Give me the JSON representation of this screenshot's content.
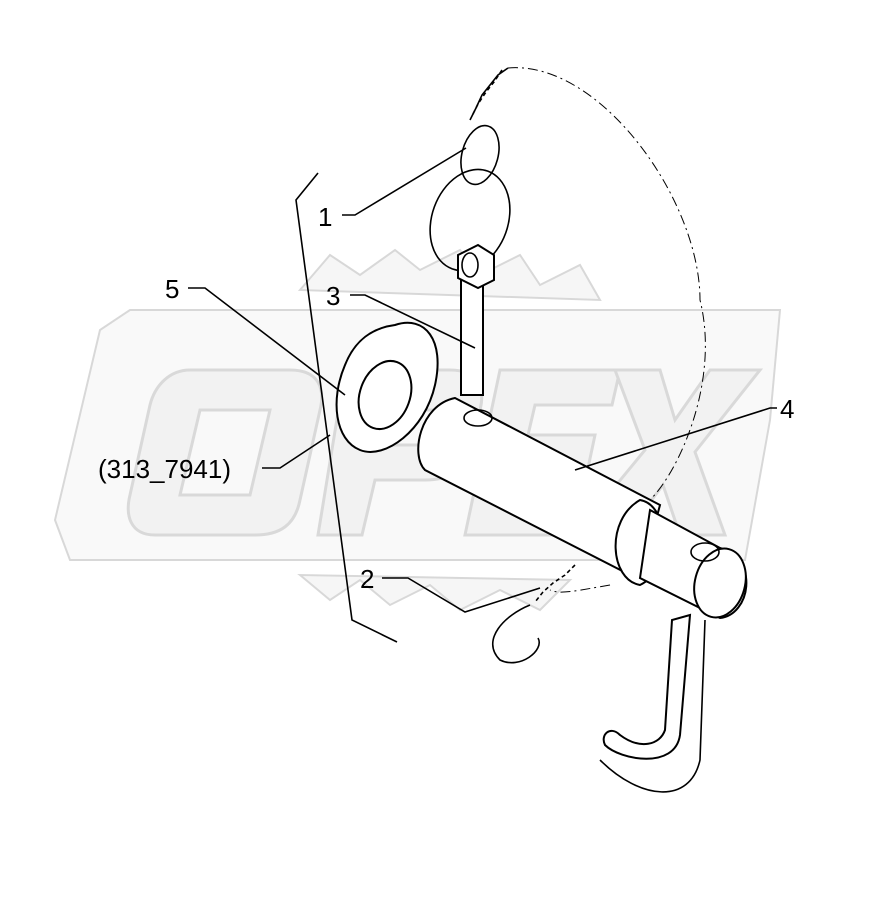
{
  "diagram": {
    "callouts": [
      {
        "id": "1"
      },
      {
        "id": "2"
      },
      {
        "id": "3"
      },
      {
        "id": "4"
      },
      {
        "id": "5"
      }
    ],
    "reference": "(313_7941)",
    "watermark": "OPEX"
  }
}
